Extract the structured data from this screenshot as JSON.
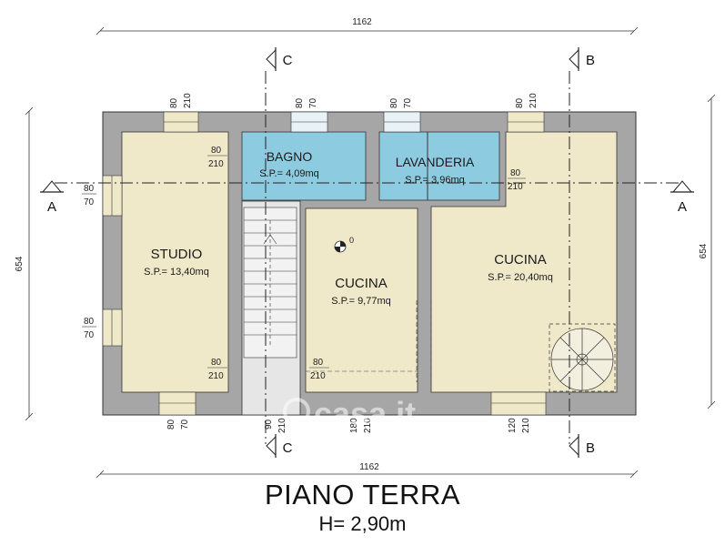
{
  "title": "PIANO TERRA",
  "subtitle": "H= 2,90m",
  "overall_dimensions": {
    "width_top": "1162",
    "width_bottom": "1162",
    "depth_left": "654",
    "depth_right": "654"
  },
  "section_markers": {
    "a": "A",
    "b": "B",
    "c": "C"
  },
  "rooms": {
    "studio": {
      "name": "STUDIO",
      "area": "S.P.=  13,40mq"
    },
    "bagno": {
      "name": "BAGNO",
      "area": "S.P.=  4,09mq"
    },
    "lavanderia": {
      "name": "LAVANDERIA",
      "area": "S.P.=  3,96mq"
    },
    "cucina_small": {
      "name": "CUCINA",
      "area": "S.P.=  9,77mq"
    },
    "cucina_large": {
      "name": "CUCINA",
      "area": "S.P.=  20,40mq"
    }
  },
  "level_marker": "0",
  "openings": {
    "studio_top_window": {
      "w": "80",
      "h": "210"
    },
    "bagno_top_window": {
      "w": "80",
      "h": "70"
    },
    "lavanderia_top_window": {
      "w": "80",
      "h": "70"
    },
    "cucina_top_window": {
      "w": "80",
      "h": "210"
    },
    "studio_left_window_upper": {
      "w": "80",
      "h": "70"
    },
    "studio_left_window_lower": {
      "w": "80",
      "h": "70"
    },
    "studio_bottom_window": {
      "w": "80",
      "h": "70"
    },
    "bagno_door": {
      "w": "80",
      "h": "210"
    },
    "lavanderia_door": {
      "w": "80",
      "h": "210"
    },
    "studio_door": {
      "w": "80",
      "h": "210"
    },
    "cucina_small_door": {
      "w": "80",
      "h": "210"
    },
    "stair_entry_door": {
      "w": "90",
      "h": "210"
    },
    "cucina_small_bottom_door": {
      "w": "180",
      "h": "210"
    },
    "cucina_large_bottom_door": {
      "w": "120",
      "h": "210"
    }
  },
  "watermark": "casa.it",
  "colors": {
    "wall": "#a6a6a6",
    "room_beige": "#efe8c9",
    "room_blue": "#8dcbe0",
    "hallway": "#e6e6e6",
    "line": "#222222"
  }
}
